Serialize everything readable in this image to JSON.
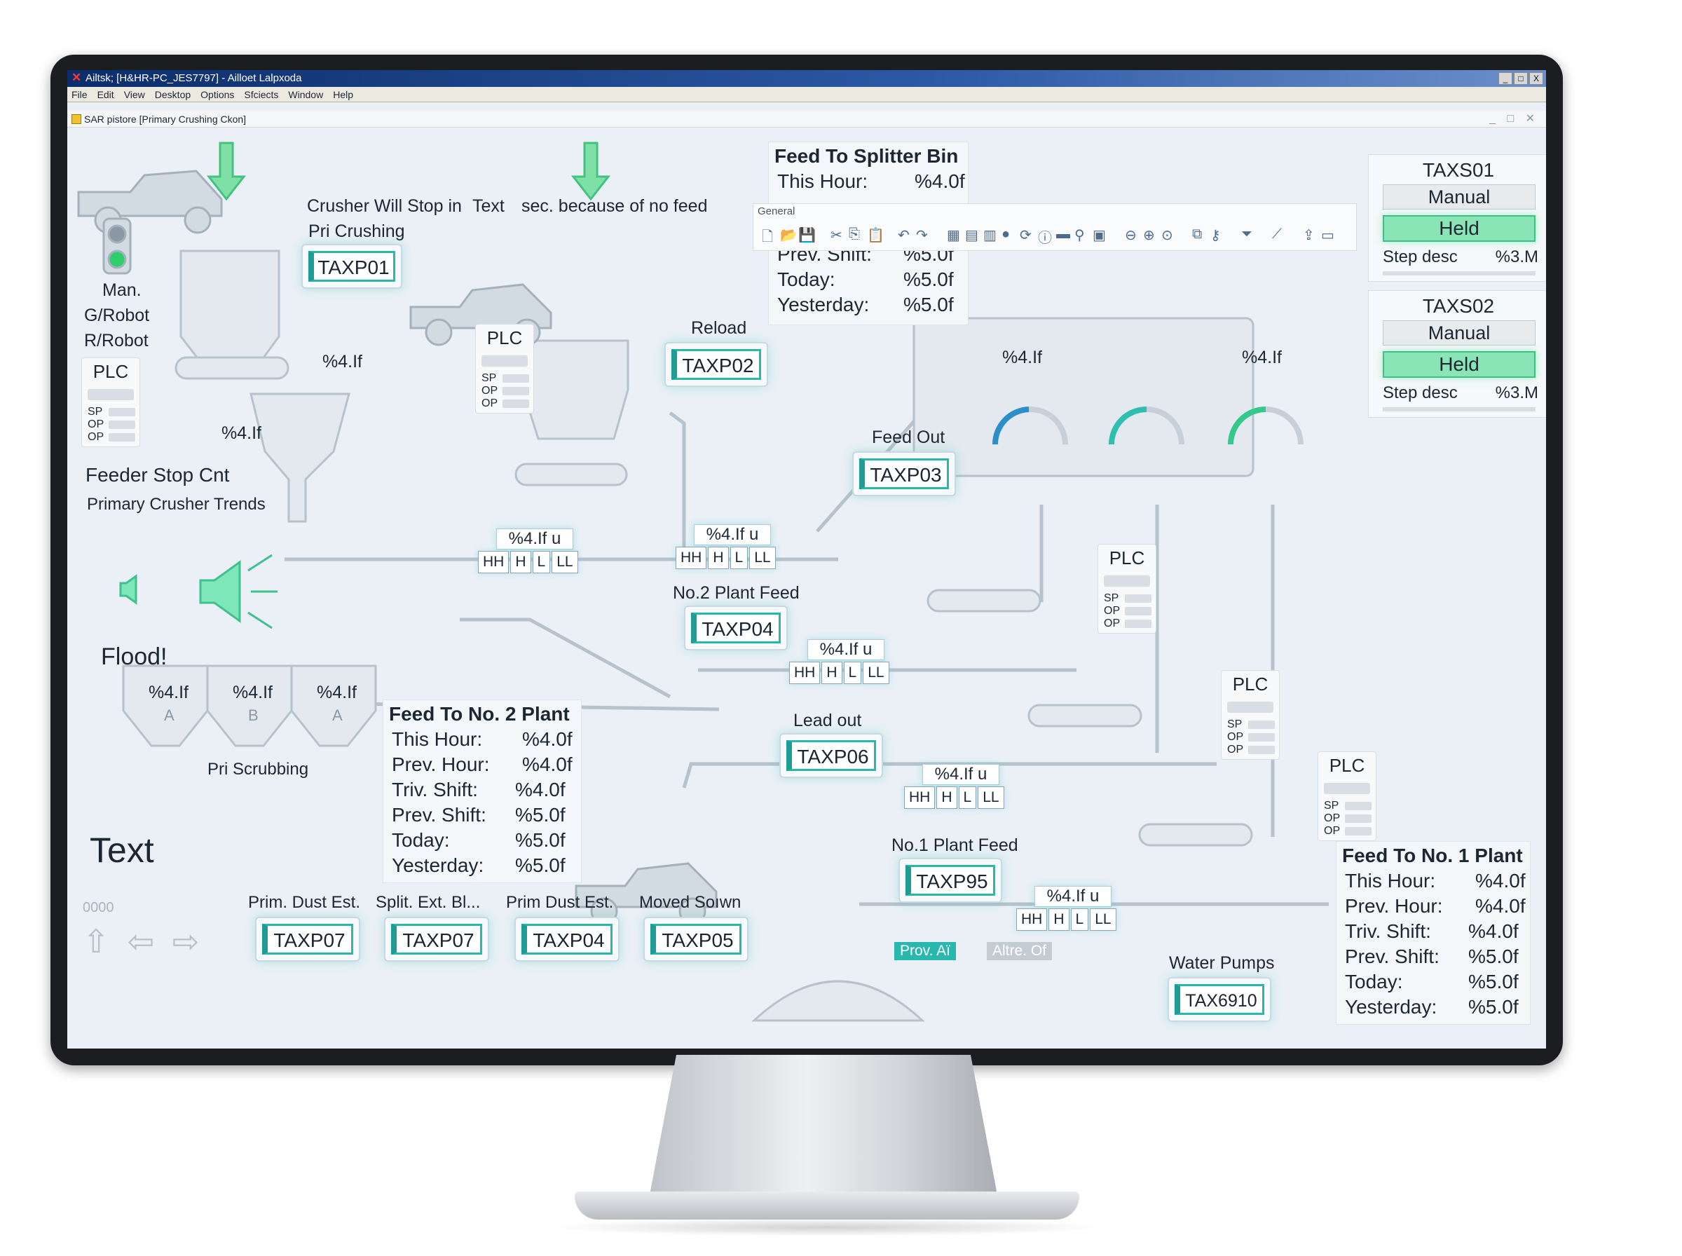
{
  "window": {
    "title": "Ailtsk; [H&HR-PC_JES7797] - Ailloet Lalpxoda",
    "sub_title": "SAR pistore [Primary Crushing Ckon]",
    "controls": [
      "_",
      "□",
      "X"
    ]
  },
  "menu": [
    "File",
    "Edit",
    "View",
    "Desktop",
    "Options",
    "Sfciects",
    "Window",
    "Help"
  ],
  "toolbar": {
    "group_label": "General"
  },
  "primary": {
    "crusher_msg": "Crusher Will Stop in",
    "crusher_text": "Text",
    "crusher_msg2": "sec. because of no feed",
    "pri_crushing": "Pri Crushing",
    "man": "Man.",
    "grobot": "G/Robot",
    "rrobot": "R/Robot",
    "val_a": "%4.If",
    "val_b": "%4.If",
    "feeder_stop": "Feeder Stop Cnt",
    "trends": "Primary Crusher Trends",
    "flood": "Flood!",
    "big_text": "Text",
    "counter": "0000",
    "pri_scrubbing": "Pri Scrubbing",
    "reload": "Reload",
    "feed_out": "Feed Out",
    "no2_feed": "No.2 Plant Feed",
    "lead_out": "Lead out",
    "no1_feed": "No.1 Plant Feed",
    "water_pumps": "Water Pumps",
    "prov": "Prov. Aï",
    "altre": "Altre. Of"
  },
  "tags": {
    "taxp01": "TAXP01",
    "taxp02": "TAXP02",
    "taxp03": "TAXP03",
    "taxp04": "TAXP04",
    "taxp06": "TAXP06",
    "taxp95": "TAXP95",
    "taxp07a": "TAXP07",
    "taxp07b": "TAXP07",
    "taxp04b": "TAXP04",
    "taxp05": "TAXP05",
    "tax6910": "TAX6910"
  },
  "bottom_labels": [
    "Prim. Dust Est.",
    "Split. Ext. Bl...",
    "Prim Dust Est.",
    "Moved Soıwn"
  ],
  "levels": {
    "value": "%4.If",
    "unit": "u",
    "states": [
      "HH",
      "H",
      "L",
      "LL"
    ]
  },
  "plc": {
    "label": "PLC",
    "rows": [
      "SP",
      "OP",
      "OP"
    ]
  },
  "tanks": [
    {
      "val": "%4.If",
      "id": "A"
    },
    {
      "val": "%4.If",
      "id": "B"
    },
    {
      "val": "%4.If",
      "id": "A"
    }
  ],
  "bins": {
    "left": "%4.If",
    "right": "%4.If"
  },
  "splitter": {
    "title": "Feed To Splitter Bin",
    "this_hour_label": "This Hour:",
    "this_hour": "%4.0f",
    "prev_shift_label": "Prev. Shift:",
    "prev_shift": "%5.0f",
    "today_label": "Today:",
    "today": "%5.0f",
    "yesterday_label": "Yesterday:",
    "yesterday": "%5.0f"
  },
  "no2plant": {
    "title": "Feed To No. 2 Plant",
    "r1l": "This Hour:",
    "r1": "%4.0f",
    "r2l": "Prev. Hour:",
    "r2": "%4.0f",
    "r3l": "Triv. Shift:",
    "r3": "%4.0f",
    "r4l": "Prev. Shift:",
    "r4": "%5.0f",
    "r5l": "Today:",
    "r5": "%5.0f",
    "r6l": "Yesterday:",
    "r6": "%5.0f"
  },
  "no1plant": {
    "title": "Feed To No. 1 Plant",
    "r1l": "This Hour:",
    "r1": "%4.0f",
    "r2l": "Prev. Hour:",
    "r2": "%4.0f",
    "r3l": "Triv. Shift:",
    "r3": "%4.0f",
    "r4l": "Prev. Shift:",
    "r4": "%5.0f",
    "r5l": "Today:",
    "r5": "%5.0f",
    "r6l": "Yesterday:",
    "r6": "%5.0f"
  },
  "taxs01": {
    "name": "TAXS01",
    "mode": "Manual",
    "state": "Held",
    "step_label": "Step desc",
    "step_val": "%3.M"
  },
  "taxs02": {
    "name": "TAXS02",
    "mode": "Manual",
    "state": "Held",
    "step_label": "Step desc",
    "step_val": "%3.M"
  },
  "colors": {
    "accent": "#28b8ad",
    "held": "#8ae5b6",
    "titlebar": "#0b2d6b"
  }
}
